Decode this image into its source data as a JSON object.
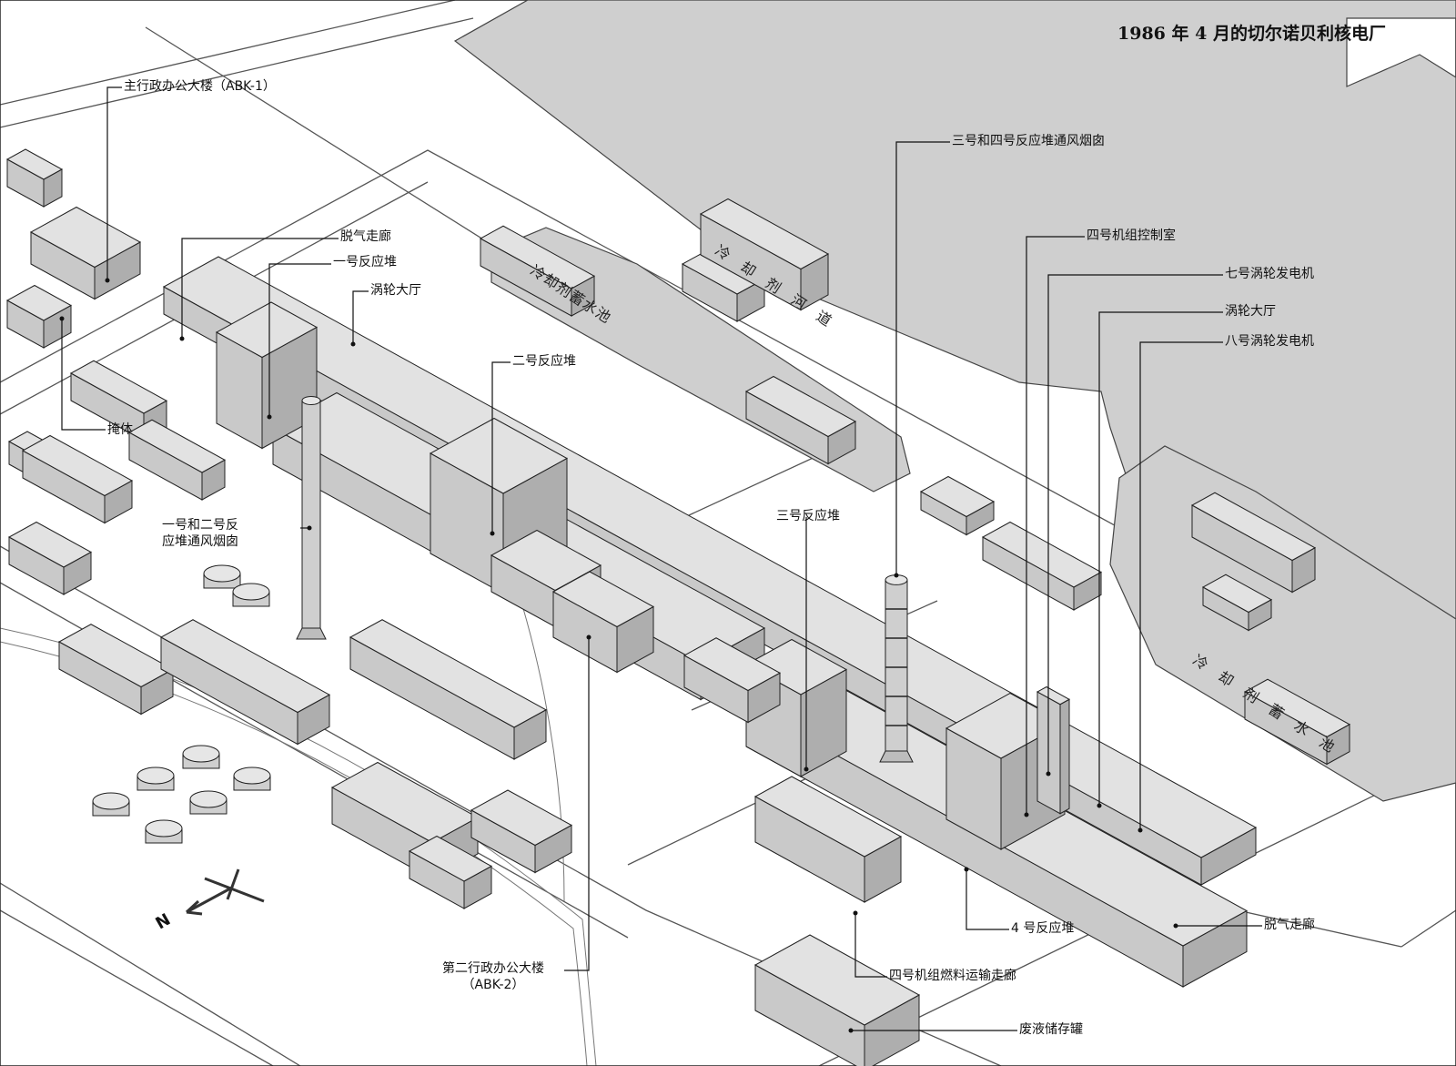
{
  "title": "1986 年 4 月的切尔诺贝利核电厂",
  "labels": {
    "abk1": "主行政办公大楼（ABK-1）",
    "deaerator_left": "脱气走廊",
    "reactor1": "一号反应堆",
    "turbine_hall_left": "涡轮大厅",
    "reactor2": "二号反应堆",
    "bunker": "掩体",
    "stack12": "一号和二号反\n应堆通风烟囱",
    "stack34": "三号和四号反应堆通风烟囱",
    "control_room4": "四号机组控制室",
    "turbine7": "七号涡轮发电机",
    "turbine_hall_right": "涡轮大厅",
    "turbine8": "八号涡轮发电机",
    "reactor3": "三号反应堆",
    "reactor4": "4 号反应堆",
    "deaerator_right": "脱气走廊",
    "fuel_corridor4": "四号机组燃料运输走廊",
    "waste_tank": "废液储存罐",
    "abk2": "第二行政办公大楼\n（ABK-2）"
  },
  "water_labels": {
    "coolant_channel": "冷 却 剂 河 道",
    "coolant_pond_upper": "冷却剂蓄水池",
    "coolant_pond_lower": "冷 却 剂 蓄 水 池"
  },
  "compass": {
    "north_letter": "N"
  },
  "colors": {
    "building": "#d6d6d6",
    "ground": "#f2f2f2",
    "line": "#333333",
    "water": "#cfcfcf"
  }
}
